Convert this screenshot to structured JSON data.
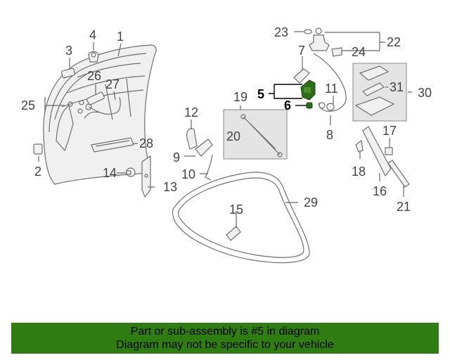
{
  "callouts": {
    "c1": "1",
    "c2": "2",
    "c3": "3",
    "c4": "4",
    "c5": "5",
    "c6": "6",
    "c7": "7",
    "c8": "8",
    "c9": "9",
    "c10": "10",
    "c11": "11",
    "c12": "12",
    "c13": "13",
    "c14": "14",
    "c15": "15",
    "c16": "16",
    "c17": "17",
    "c18": "18",
    "c19": "19",
    "c20": "20",
    "c21": "21",
    "c22": "22",
    "c23": "23",
    "c24": "24",
    "c25": "25",
    "c26": "26",
    "c27": "27",
    "c28": "28",
    "c29": "29",
    "c30": "30",
    "c31": "31"
  },
  "highlight_part": "5",
  "colors": {
    "highlight": "#2e6b1a",
    "footer_bg": "#2f7d12",
    "line": "#6f6f6f"
  },
  "footer": {
    "line1": "Part or sub-assembly is #5 in diagram",
    "line2": "Diagram may not be specific to your vehicle"
  }
}
